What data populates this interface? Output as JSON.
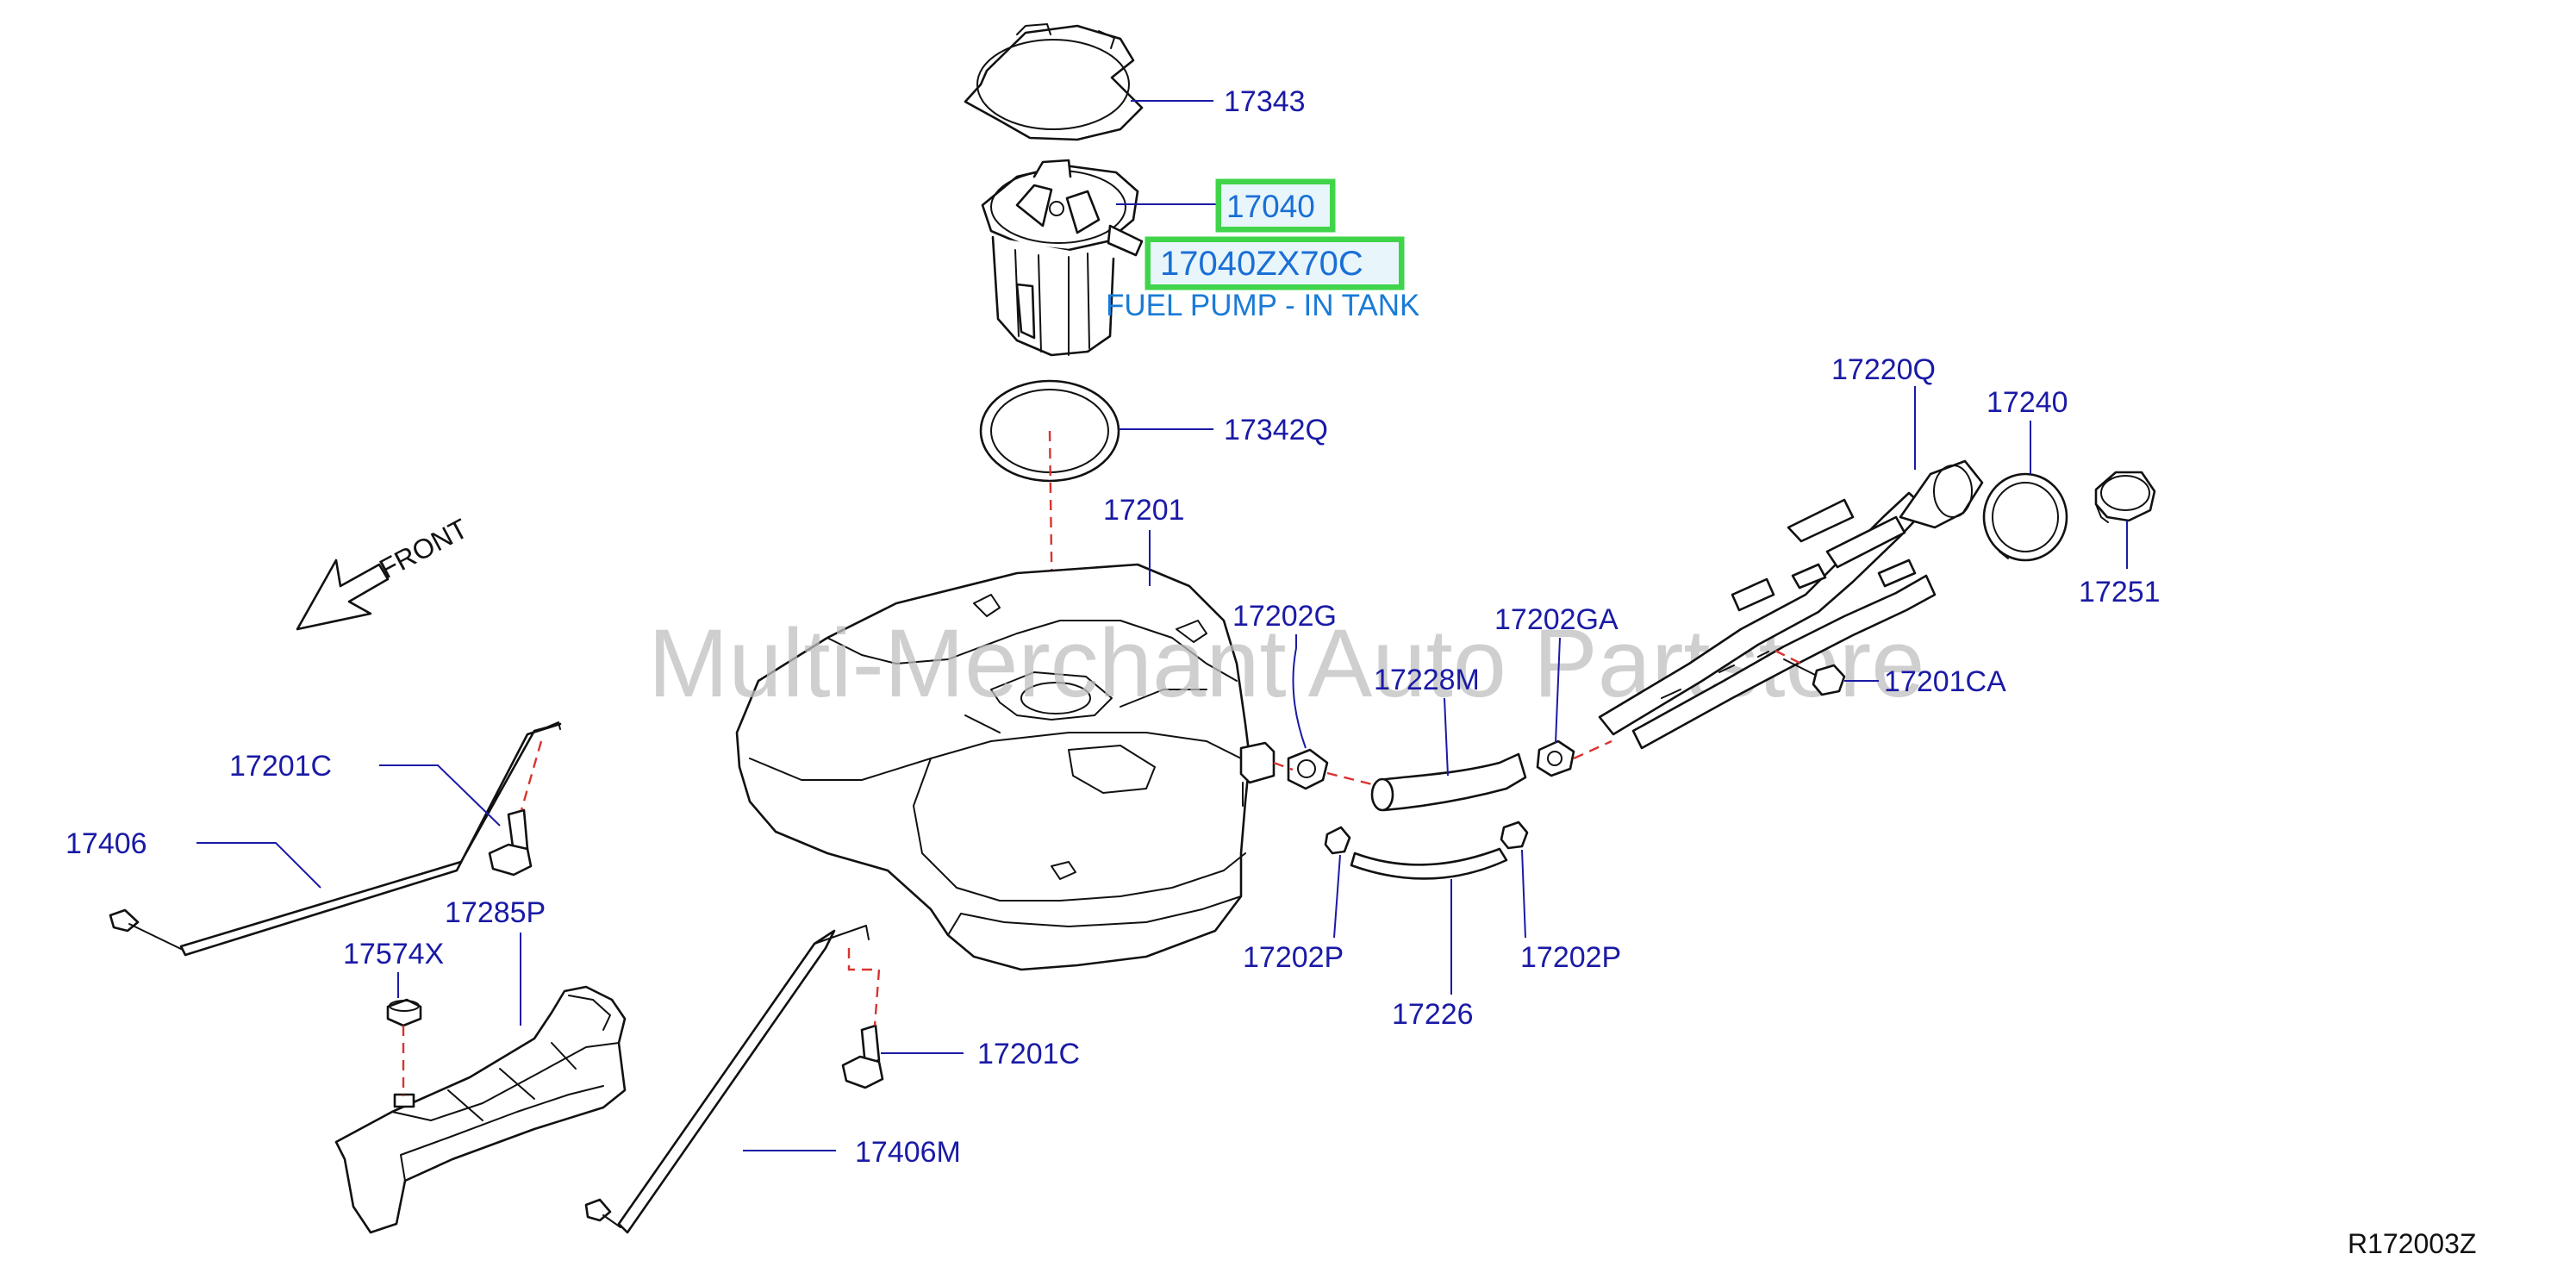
{
  "watermark": "Multi-Merchant Auto Partstore",
  "diagram_code": "R172003Z",
  "front_label": "FRONT",
  "highlight": {
    "part_number": "17040",
    "catalog_number": "17040ZX70C",
    "description": "FUEL PUMP - IN TANK",
    "color": "#3fd44a"
  },
  "callouts": {
    "c17343": "17343",
    "c17342Q": "17342Q",
    "c17201": "17201",
    "c17202G": "17202G",
    "c17202GA": "17202GA",
    "c17228M": "17228M",
    "c17220Q": "17220Q",
    "c17240": "17240",
    "c17251": "17251",
    "c17201CA": "17201CA",
    "c17201C_a": "17201C",
    "c17406": "17406",
    "c17285P": "17285P",
    "c17574X": "17574X",
    "c17202P_a": "17202P",
    "c17226": "17226",
    "c17202P_b": "17202P",
    "c17201C_b": "17201C",
    "c17406M": "17406M"
  }
}
